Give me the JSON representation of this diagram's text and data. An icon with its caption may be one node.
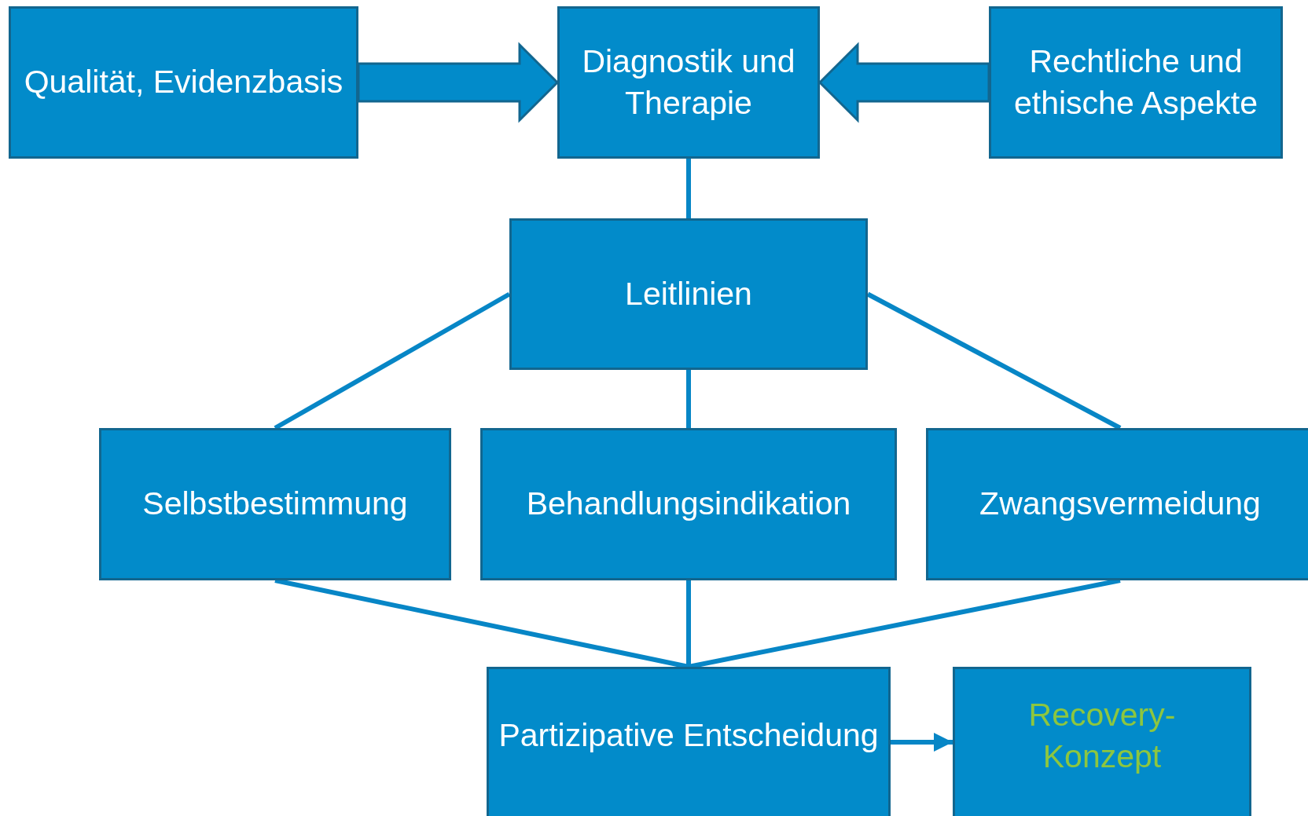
{
  "diagram": {
    "nodes": [
      {
        "text": [
          "Qualität, Evidenzbasis"
        ]
      },
      {
        "text": [
          "Diagnostik und Therapie"
        ]
      },
      {
        "text": [
          "Rechtliche und ethische Aspekte"
        ]
      },
      {
        "text": [
          "Leitlinien"
        ]
      },
      {
        "text": [
          "Selbstbestimmung"
        ]
      },
      {
        "text": [
          "Behandlungsindikation"
        ]
      },
      {
        "text": [
          "Zwangsvermeidung"
        ]
      },
      {
        "text": [
          "Partizipative Entscheidung"
        ]
      },
      {
        "text": [
          "Recovery-Konzept"
        ]
      }
    ],
    "edges": [
      {
        "from": 0,
        "to": 1,
        "arrow": "to",
        "style": "thick"
      },
      {
        "from": 2,
        "to": 1,
        "arrow": "to",
        "style": "thick"
      },
      {
        "from": 1,
        "to": 3,
        "arrow": "none"
      },
      {
        "from": 3,
        "to": 4,
        "arrow": "none"
      },
      {
        "from": 3,
        "to": 5,
        "arrow": "none"
      },
      {
        "from": 3,
        "to": 6,
        "arrow": "none"
      },
      {
        "from": 4,
        "to": 7,
        "arrow": "none"
      },
      {
        "from": 5,
        "to": 7,
        "arrow": "none"
      },
      {
        "from": 6,
        "to": 7,
        "arrow": "none"
      },
      {
        "from": 7,
        "to": 8,
        "arrow": "to"
      }
    ]
  }
}
